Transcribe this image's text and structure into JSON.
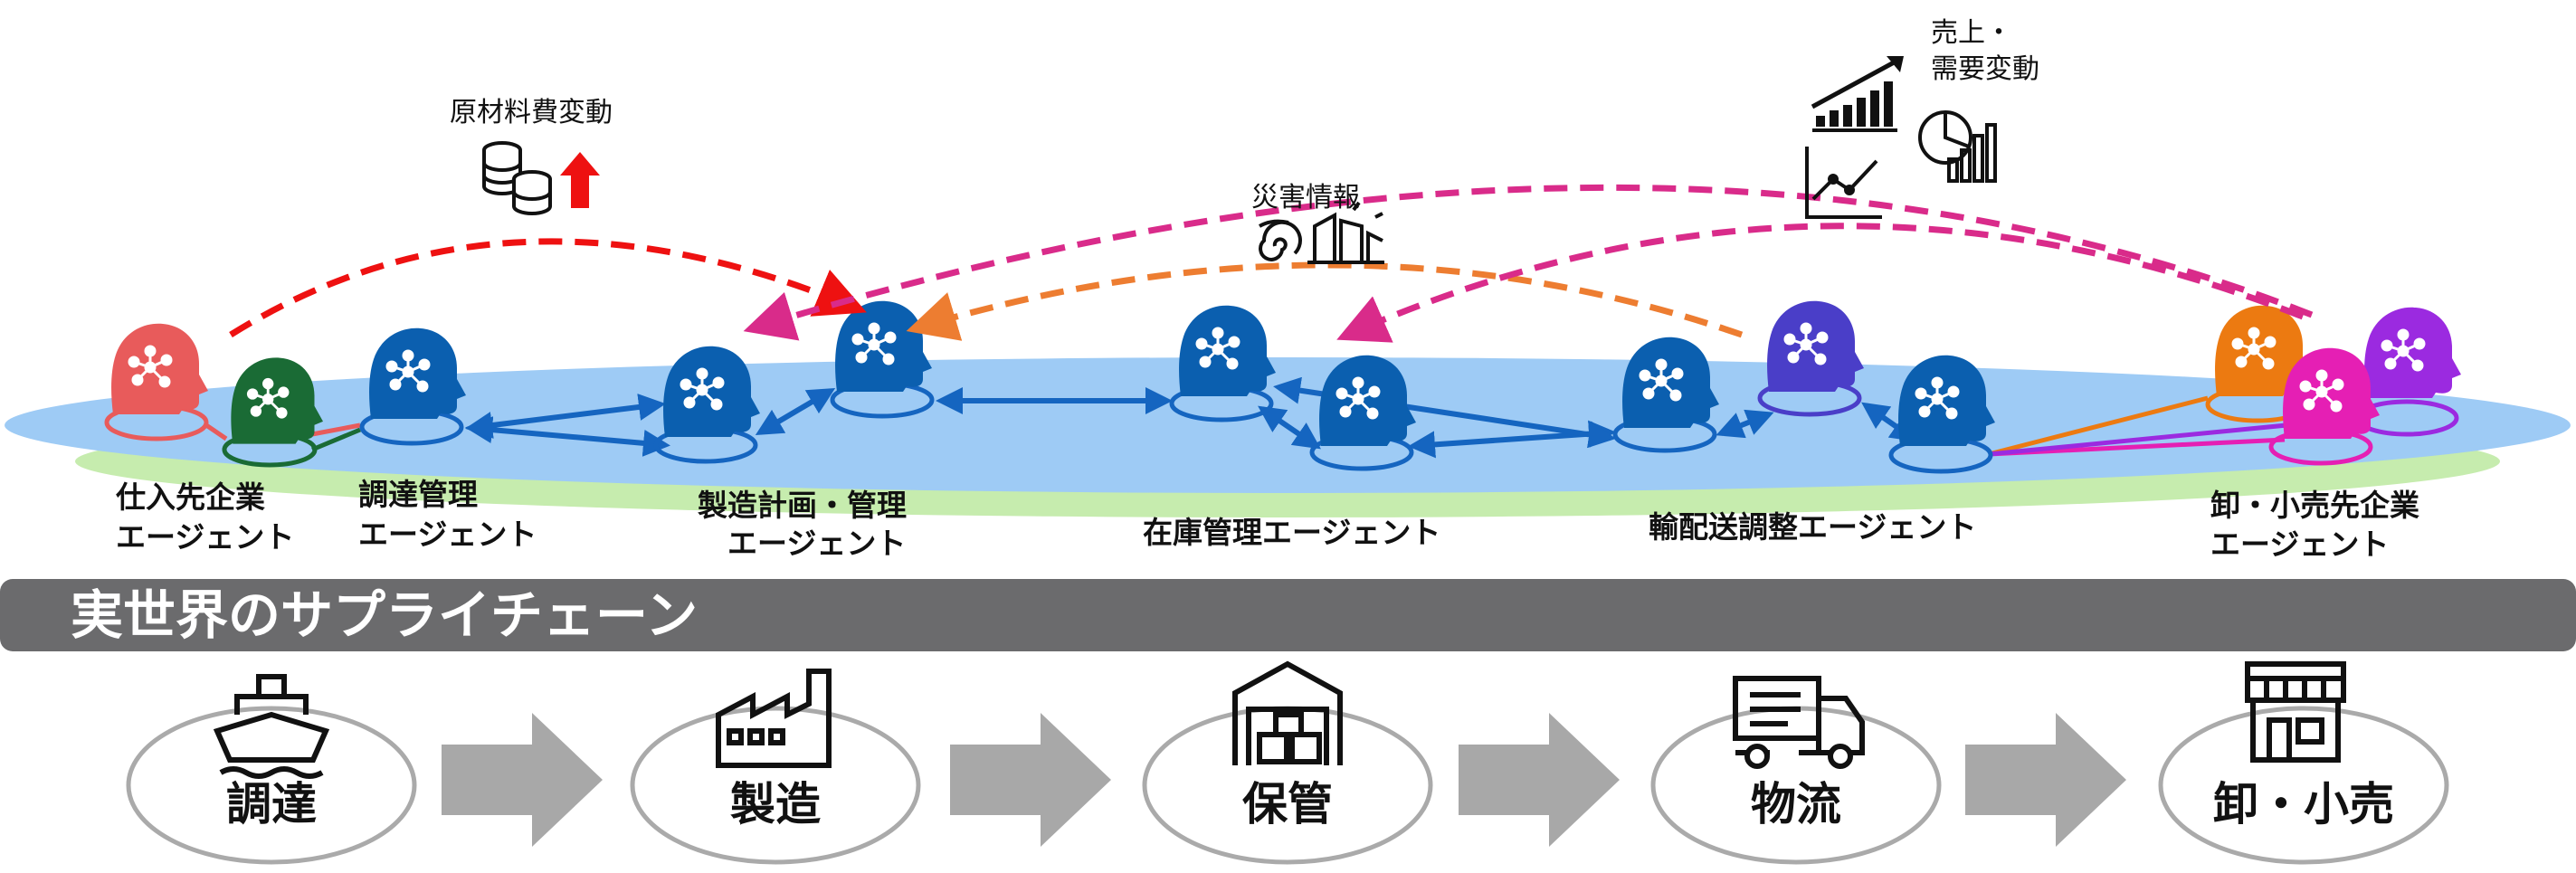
{
  "agents": {
    "supplier": [
      "仕入先企業",
      "エージェント"
    ],
    "procurement": [
      "調達管理",
      "エージェント"
    ],
    "manufacturing": [
      "製造計画・管理",
      "エージェント"
    ],
    "inventory": "在庫管理エージェント",
    "logistics": "輸配送調整エージェント",
    "retailer": [
      "卸・小売先企業",
      "エージェント"
    ]
  },
  "events": {
    "material_cost": "原材料費変動",
    "disaster": "災害情報",
    "sales_demand": [
      "売上・",
      "需要変動"
    ]
  },
  "banner": "実世界のサプライチェーン",
  "stages": [
    "調達",
    "製造",
    "保管",
    "物流",
    "卸・小売"
  ],
  "colors": {
    "platform_blue": "#9ecbf5",
    "platform_green": "#c6ecae",
    "agent_blue": "#0b5faf",
    "supplier_agent": "#e85b5b",
    "supplier_partner": "#1a6b35",
    "logistics_partner": "#4a3ec8",
    "retailer_orange": "#ec7a11",
    "retailer_magenta": "#e51fb4",
    "retailer_purple": "#9b2ae0",
    "arrow_red": "#ee1111",
    "arrow_orange": "#ed7d31",
    "arrow_magenta": "#d92b8a",
    "banner": "#6b6b6d",
    "stage_arrow": "#a8a8a8"
  },
  "icons": [
    "ship-icon",
    "factory-icon",
    "warehouse-icon",
    "truck-icon",
    "store-icon",
    "coins-icon",
    "up-arrow-icon",
    "typhoon-icon",
    "collapsed-building-icon",
    "bar-chart-icon",
    "line-chart-icon",
    "pie-chart-icon",
    "brain-network-icon"
  ]
}
